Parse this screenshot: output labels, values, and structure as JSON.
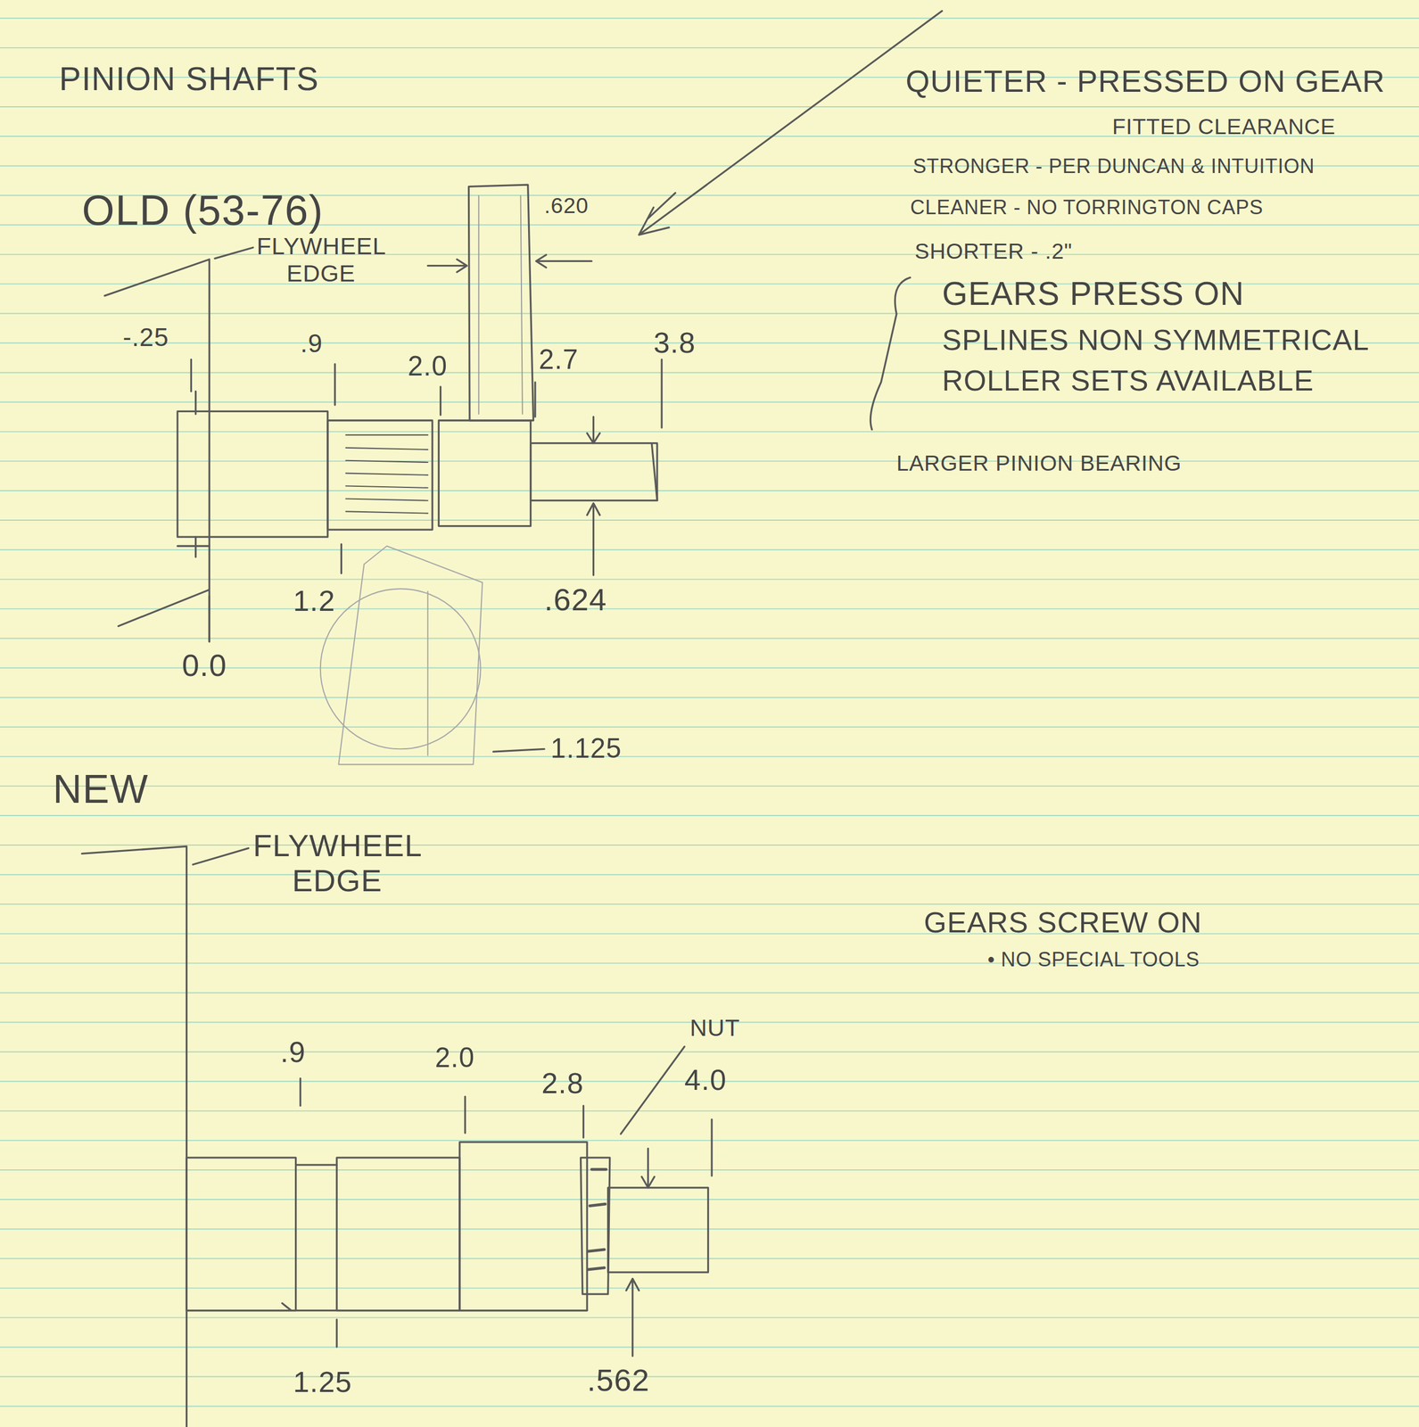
{
  "diagram": {
    "title": "PINION SHAFTS",
    "labels": [
      "OLD (53-76)",
      "FLYWHEEL EDGE",
      "-.25",
      ".9",
      "2.0",
      "2.7",
      "3.8",
      ".620",
      "1.2",
      ".624",
      "0.0",
      "1.125",
      "NEW",
      "FLYWHEEL EDGE",
      ".9",
      "2.0",
      "2.8",
      "NUT",
      "4.0",
      "1.25",
      ".562",
      "QUIETER - PRESSED ON GEAR",
      "FITTED CLEARANCE",
      "STRONGER - PER DUNCAN & INTUITION",
      "CLEANER - NO TORRINGTON CAPS",
      "SHORTER - .2\"",
      "GEARS PRESS ON",
      "SPLINES NON SYMMETRICAL",
      "ROLLER SETS AVAILABLE",
      "LARGER PINION BEARING",
      "GEARS SCREW ON",
      "• NO SPECIAL TOOLS"
    ]
  }
}
